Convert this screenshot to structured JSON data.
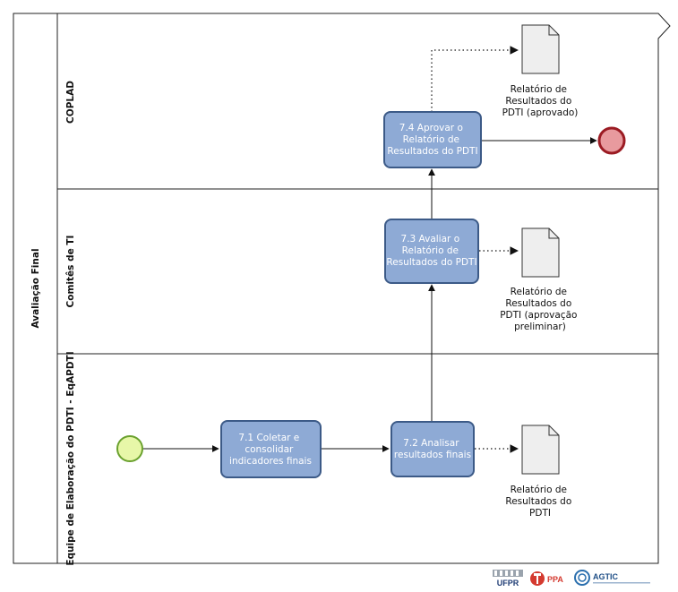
{
  "pool": {
    "title": "Avaliação Final"
  },
  "lanes": [
    {
      "label": "COPLAD"
    },
    {
      "label": "Comitês de TI"
    },
    {
      "label": "Equipe de Elaboração do PDTI - EqAPDTI"
    }
  ],
  "tasks": [
    {
      "id": "7.1",
      "lines": [
        "7.1 Coletar e",
        "consolidar",
        "indicadores finais"
      ]
    },
    {
      "id": "7.2",
      "lines": [
        "7.2 Analisar",
        "resultados finais"
      ]
    },
    {
      "id": "7.3",
      "lines": [
        "7.3 Avaliar o",
        "Relatório de",
        "Resultados do PDTI"
      ]
    },
    {
      "id": "7.4",
      "lines": [
        "7.4 Aprovar o",
        "Relatório de",
        "Resultados do PDTI"
      ]
    }
  ],
  "documents": [
    {
      "lines": [
        "Relatório de",
        "Resultados do",
        "PDTI (aprovado)"
      ]
    },
    {
      "lines": [
        "Relatório de",
        "Resultados do",
        "PDTI (aprovação",
        "preliminar)"
      ]
    },
    {
      "lines": [
        "Relatório de",
        "Resultados do",
        "PDTI"
      ]
    }
  ],
  "logos": {
    "ufpr": "UFPR",
    "ppa": "PPA",
    "agtic": "AGTIC"
  },
  "colors": {
    "task_fill": "#8eaad5",
    "task_stroke": "#3c5a87",
    "start_fill": "#e7f7a8",
    "start_stroke": "#6aa12e",
    "end_fill": "#e89a9e",
    "end_stroke": "#9b1b23"
  }
}
